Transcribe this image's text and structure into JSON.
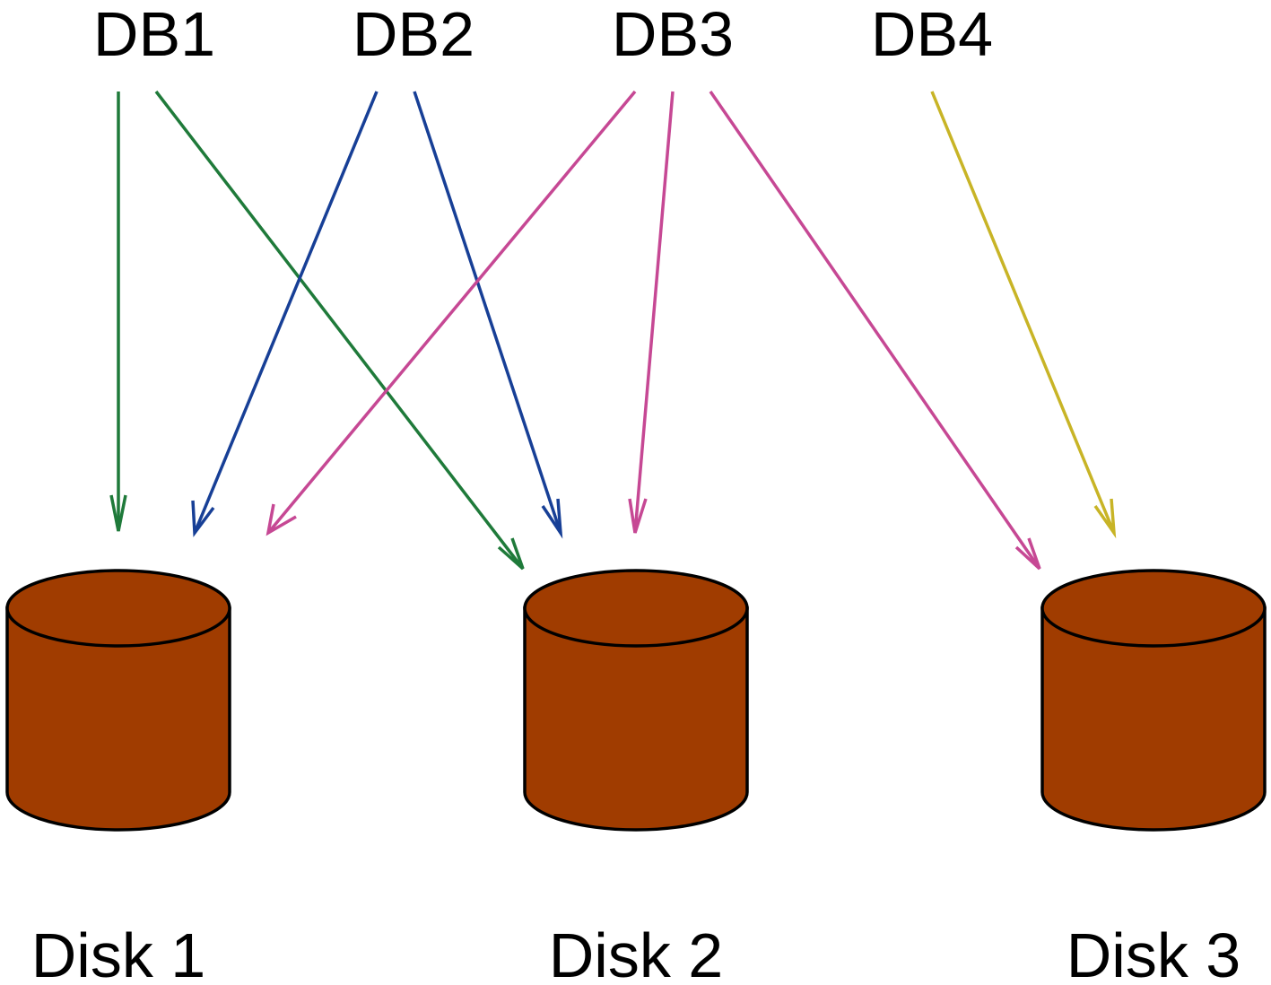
{
  "colors": {
    "disk_fill": "#a03c00",
    "outline": "#000000",
    "db1": "#1f7a3a",
    "db2": "#173f96",
    "db3": "#c64894",
    "db4": "#c8b426",
    "background": "#ffffff"
  },
  "databases": [
    {
      "id": "db1",
      "label": "DB1"
    },
    {
      "id": "db2",
      "label": "DB2"
    },
    {
      "id": "db3",
      "label": "DB3"
    },
    {
      "id": "db4",
      "label": "DB4"
    }
  ],
  "disks": [
    {
      "id": "disk1",
      "label": "Disk 1"
    },
    {
      "id": "disk2",
      "label": "Disk 2"
    },
    {
      "id": "disk3",
      "label": "Disk 3"
    }
  ],
  "connections": [
    {
      "from": "DB1",
      "to": "Disk 1",
      "color": "db1"
    },
    {
      "from": "DB1",
      "to": "Disk 2",
      "color": "db1"
    },
    {
      "from": "DB2",
      "to": "Disk 1",
      "color": "db2"
    },
    {
      "from": "DB2",
      "to": "Disk 2",
      "color": "db2"
    },
    {
      "from": "DB3",
      "to": "Disk 1",
      "color": "db3"
    },
    {
      "from": "DB3",
      "to": "Disk 2",
      "color": "db3"
    },
    {
      "from": "DB3",
      "to": "Disk 3",
      "color": "db3"
    },
    {
      "from": "DB4",
      "to": "Disk 3",
      "color": "db4"
    }
  ]
}
